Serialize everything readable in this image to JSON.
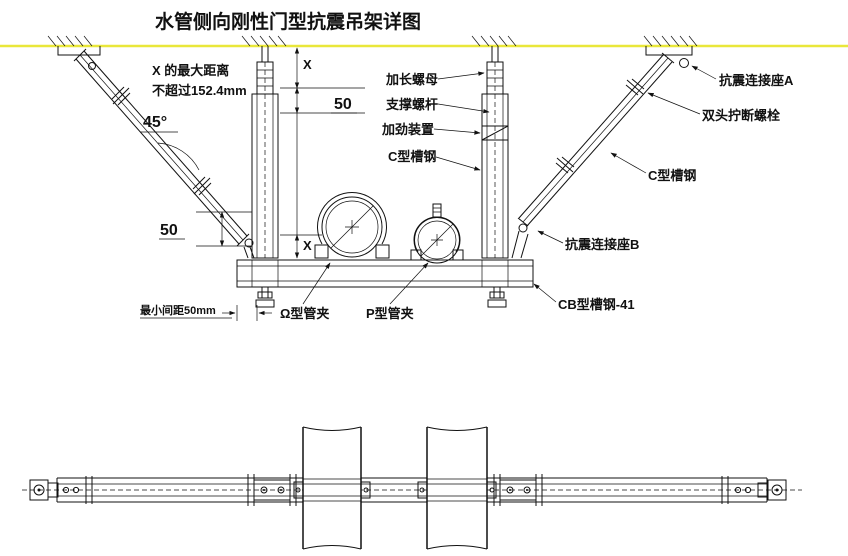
{
  "title": "水管侧向刚性门型抗震吊架详图",
  "colors": {
    "ceiling_line": "#e9e73a",
    "ink": "#111111",
    "paper": "#ffffff"
  },
  "annotations": {
    "x_max_distance": [
      "X 的最大距离",
      "不超过152.4mm"
    ],
    "angle": "45°",
    "dim_50_top": "50",
    "dim_50_left": "50",
    "dim_x_top": "X",
    "dim_x_bottom": "X",
    "min_spacing": "最小间距50mm",
    "long_nut": "加长螺母",
    "support_rod": "支撑螺杆",
    "stiffener": "加劲装置",
    "c_channel_mid": "C型槽钢",
    "seismic_seat_a": "抗震连接座A",
    "double_head_break_bolt": "双头拧断螺栓",
    "c_channel_right": "C型槽钢",
    "seismic_seat_b": "抗震连接座B",
    "cb_channel": "CB型槽钢-41",
    "omega_clamp": "Ω型管夹",
    "p_clamp": "P型管夹"
  }
}
